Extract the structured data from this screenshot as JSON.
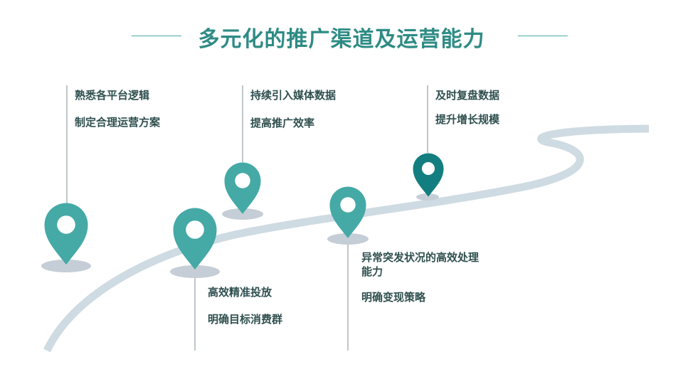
{
  "title": "多元化的推广渠道及运营能力",
  "colors": {
    "title": "#2e8b84",
    "pin_teal": "#45a9a6",
    "pin_dark": "#137e7f",
    "road": "#cfdbe2",
    "shadow": "#c5ced6",
    "connector": "#7f8c93",
    "text": "#2f4f4f"
  },
  "milestones": [
    {
      "lines": [
        "熟悉各平台逻辑",
        "制定合理运营方案"
      ]
    },
    {
      "lines": [
        "高效精准投放",
        "明确目标消费群"
      ]
    },
    {
      "lines": [
        "持续引入媒体数据",
        "提高推广效率"
      ]
    },
    {
      "lines": [
        "异常突发状况的高效处理能力",
        "明确变现策略"
      ]
    },
    {
      "lines": [
        "及时复盘数据",
        "提升增长规模"
      ]
    }
  ]
}
